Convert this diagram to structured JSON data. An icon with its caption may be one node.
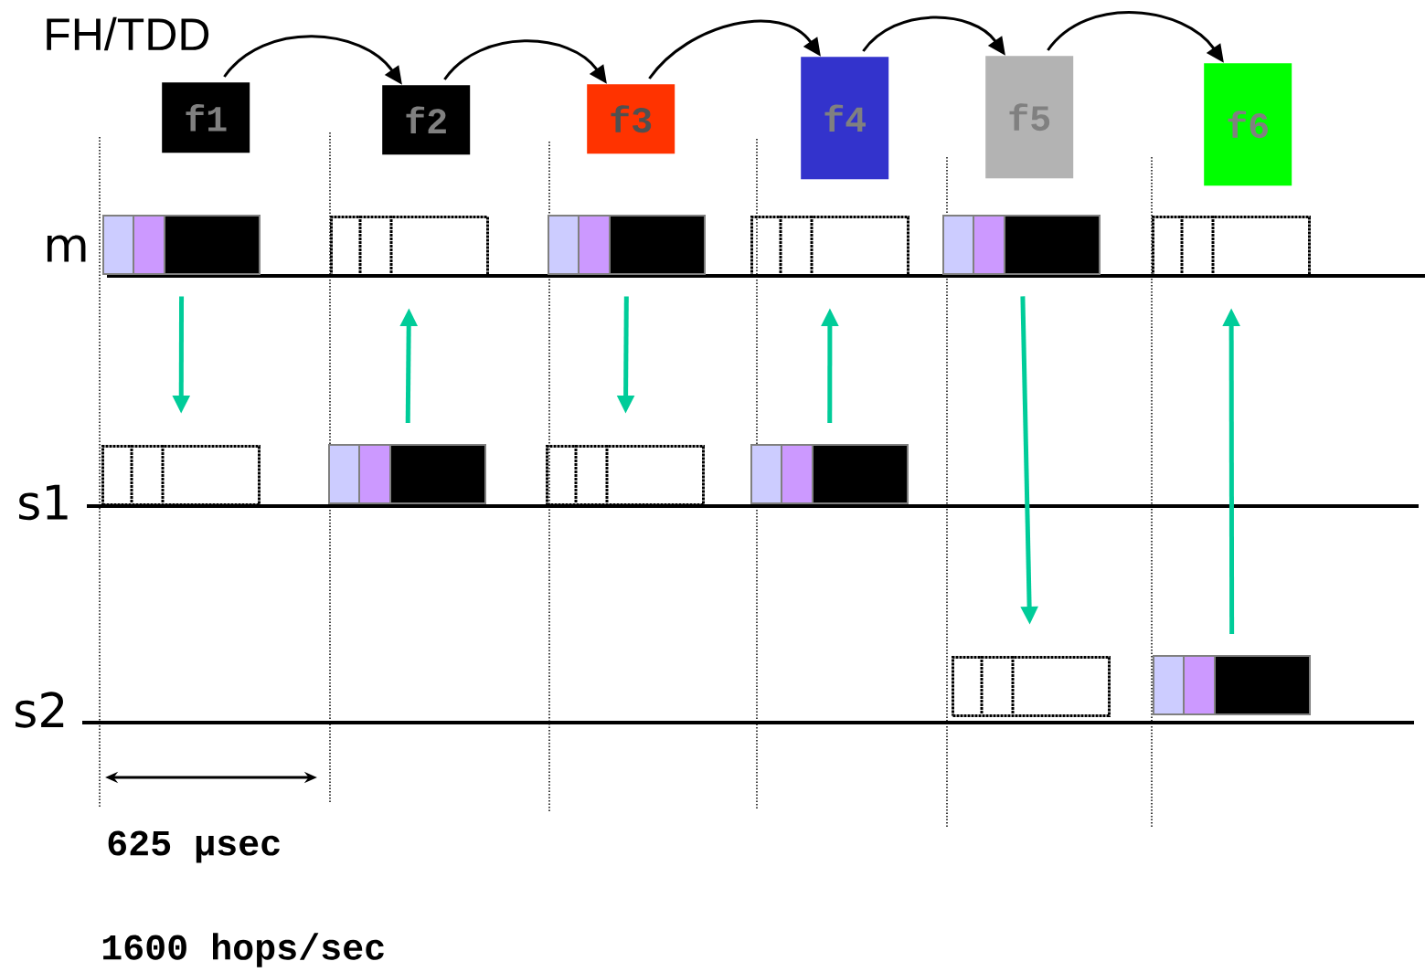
{
  "diagram": {
    "title": "FH/TDD",
    "nodes": [
      {
        "text": [
          "f1"
        ]
      },
      {
        "text": [
          "f2"
        ]
      },
      {
        "text": [
          "f3"
        ]
      },
      {
        "text": [
          "f4"
        ]
      },
      {
        "text": [
          "f5"
        ]
      },
      {
        "text": [
          "f6"
        ]
      },
      {
        "text": [],
        "shape": "box"
      },
      {
        "text": [],
        "shape": "box"
      },
      {
        "text": [],
        "shape": "box"
      },
      {
        "text": [],
        "shape": "box"
      },
      {
        "text": [],
        "shape": "box"
      },
      {
        "text": [],
        "shape": "box"
      },
      {
        "text": [],
        "shape": "box"
      },
      {
        "text": [],
        "shape": "box"
      },
      {
        "text": [],
        "shape": "box"
      },
      {
        "text": [],
        "shape": "box"
      },
      {
        "text": [],
        "shape": "box"
      },
      {
        "text": [],
        "shape": "box"
      }
    ],
    "edges": [
      {
        "from": 0,
        "to": 1,
        "arrow": "to",
        "color": "#000000"
      },
      {
        "from": 1,
        "to": 2,
        "arrow": "to",
        "color": "#000000"
      },
      {
        "from": 2,
        "to": 3,
        "arrow": "to",
        "color": "#000000"
      },
      {
        "from": 3,
        "to": 4,
        "arrow": "to",
        "color": "#000000"
      },
      {
        "from": 4,
        "to": 5,
        "arrow": "to",
        "color": "#000000"
      },
      {
        "from": 6,
        "to": 12,
        "arrow": "to"
      },
      {
        "from": 13,
        "to": 7,
        "arrow": "to"
      },
      {
        "from": 8,
        "to": 14,
        "arrow": "to"
      },
      {
        "from": 15,
        "to": 9,
        "arrow": "to"
      },
      {
        "from": 10,
        "to": 16,
        "arrow": "to"
      },
      {
        "from": 17,
        "to": 11,
        "arrow": "to"
      }
    ],
    "labels": [
      "m",
      "s1",
      "s2",
      "625 μsec",
      "1600 hops/sec"
    ]
  }
}
